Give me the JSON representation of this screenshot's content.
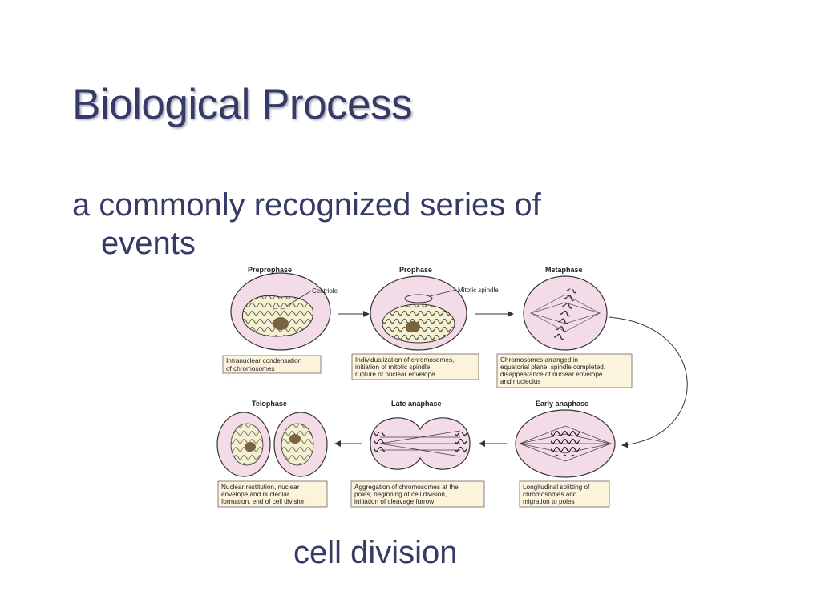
{
  "slide": {
    "title": "Biological Process",
    "bullet_line1": "a commonly recognized series of",
    "bullet_line2": "events",
    "caption": "cell division"
  },
  "diagram": {
    "stages": [
      {
        "name": "Preprophase",
        "description": [
          "Intranuclear condensation",
          "of chromosomes"
        ]
      },
      {
        "name": "Prophase",
        "description": [
          "Individualization of chromosomes,",
          "initiation of mitotic spindle,",
          "rupture of nuclear envelope"
        ]
      },
      {
        "name": "Metaphase",
        "description": [
          "Chromosomes arranged in",
          "equatorial plane, spindle completed,",
          "disappearance of nuclear envelope",
          "and nucleolus"
        ]
      },
      {
        "name": "Early anaphase",
        "description": [
          "Longitudinal splitting of",
          "chromosomes and",
          "migration to poles"
        ]
      },
      {
        "name": "Late anaphase",
        "description": [
          "Aggregation of chromosomes at the",
          "poles, beginning of cell division,",
          "initiation of cleavage furrow"
        ]
      },
      {
        "name": "Telophase",
        "description": [
          "Nuclear restitution, nuclear",
          "envelope and nucleolar",
          "formation, end of cell division"
        ]
      }
    ],
    "callouts": {
      "centriole": "Centriole",
      "mitotic_spindle": "Mitotic spindle"
    },
    "colors": {
      "cell_fill": "#f3dbe8",
      "box_fill": "#fbf3dc",
      "nucleus_fill": "#f6f0d2"
    }
  }
}
